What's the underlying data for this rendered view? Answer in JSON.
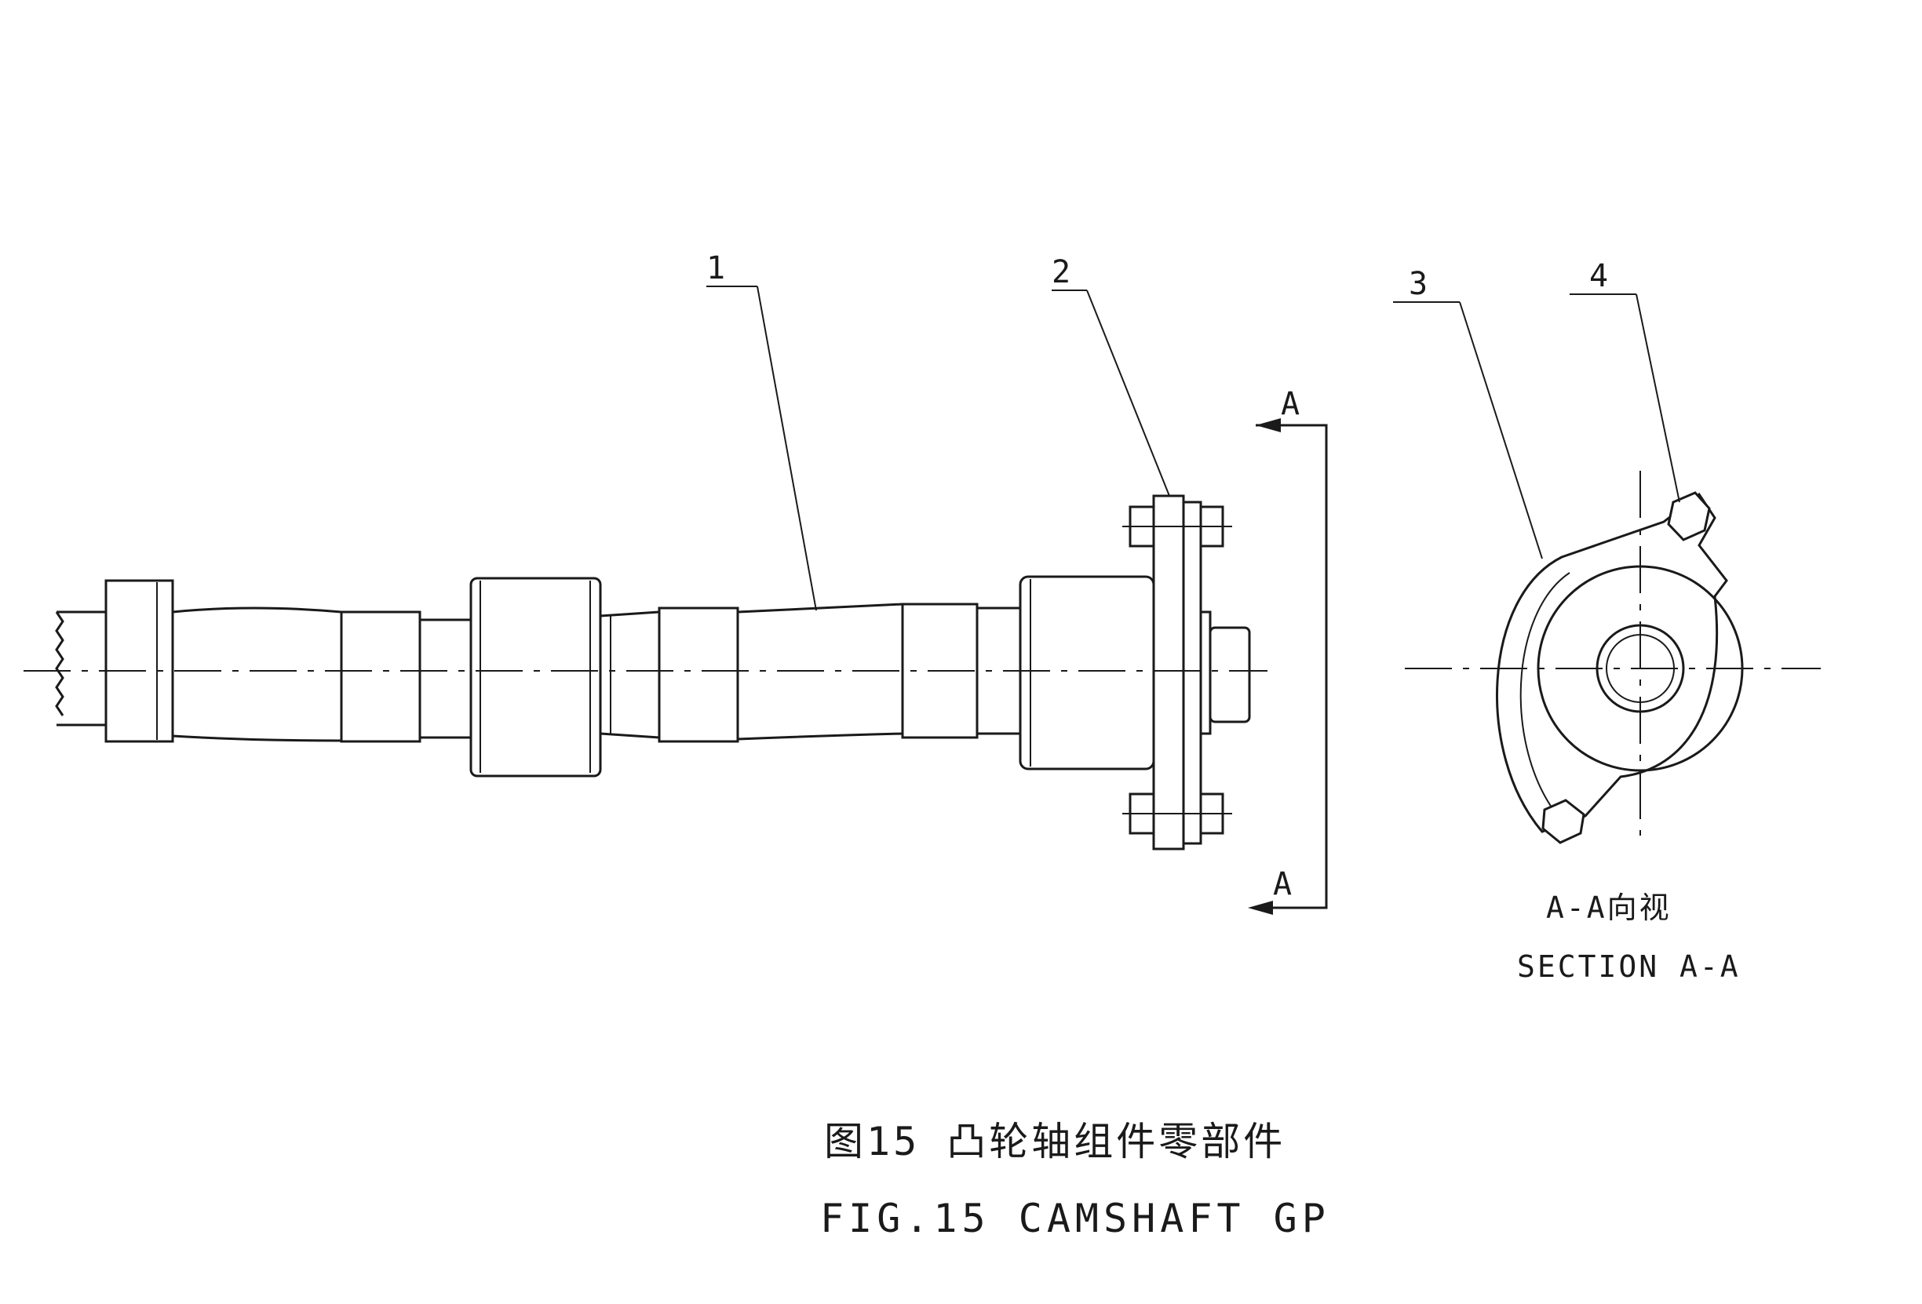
{
  "callouts": {
    "one": "1",
    "two": "2",
    "three": "3",
    "four": "4"
  },
  "section_marks": {
    "top": "A",
    "bottom": "A"
  },
  "section_view": {
    "label_cn": "A-A向视",
    "label_en": "SECTION  A-A"
  },
  "caption": {
    "cn": "图15  凸轮轴组件零部件",
    "en": "FIG.15  CAMSHAFT GP"
  }
}
